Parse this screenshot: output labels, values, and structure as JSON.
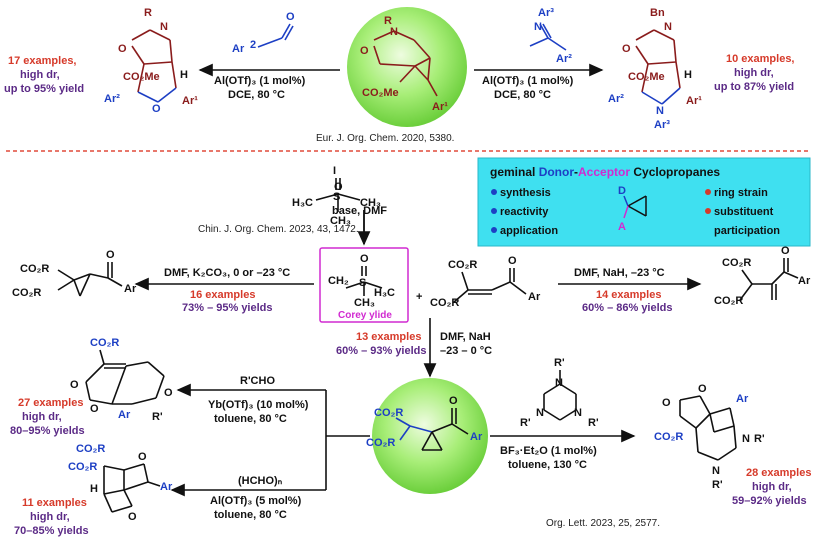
{
  "top": {
    "left_reagent_group": "Ar",
    "left_reagent_sup": "2",
    "left_conditions": [
      "Al(OTf)₃ (1 mol%)",
      "DCE, 80 °C"
    ],
    "left_product_atoms": [
      "R",
      "N",
      "O",
      "CO₂Me",
      "H",
      "Ar²",
      "O",
      "Ar¹"
    ],
    "left_stats": [
      "17 examples,",
      "high dr,",
      "up to 95% yield"
    ],
    "center_atoms": [
      "R",
      "N",
      "O",
      "CO₂Me",
      "Ar¹"
    ],
    "right_reagent_atoms": [
      "Ar³",
      "N",
      "Ar²"
    ],
    "right_conditions": [
      "Al(OTf)₃ (1 mol%)",
      "DCE, 80 °C"
    ],
    "right_product_atoms": [
      "Bn",
      "N",
      "O",
      "CO₂Me",
      "H",
      "Ar²",
      "N",
      "Ar¹",
      "Ar³"
    ],
    "right_stats": [
      "10 examples,",
      "high dr,",
      "up to 87% yield"
    ],
    "reference": "Eur. J. Org. Chem. 2020, 5380."
  },
  "info_box": {
    "title_prefix": "geminal ",
    "title_donor": "Donor",
    "title_dash": "-",
    "title_acceptor": "Acceptor",
    "title_suffix": " Cyclopropanes",
    "left_items": [
      "ring strain",
      "substituent",
      "participation"
    ],
    "right_items": [
      "synthesis",
      "reactivity",
      "application"
    ],
    "donor_label": "D",
    "acceptor_label": "A"
  },
  "corey": {
    "base_label": "base, DMF",
    "salt_atoms": [
      "I",
      "O",
      "S",
      "H₃C",
      "CH₃",
      "CH₃"
    ],
    "reference": "Chin. J. Org. Chem. 2023, 43, 1472.",
    "ylide_atoms": [
      "O",
      "S",
      "H₃C",
      "CH₂",
      "CH₃"
    ],
    "ylide_label": "Corey ylide"
  },
  "middle": {
    "plus": "+",
    "substrate_atoms": [
      "CO₂R",
      "CO₂R",
      "O",
      "Ar"
    ],
    "left_conditions": "DMF, K₂CO₃, 0 or –23 °C",
    "left_examples": "16 examples",
    "left_yields": "73% – 95% yields",
    "left_product_atoms": [
      "CO₂R",
      "CO₂R",
      "O",
      "Ar"
    ],
    "right_conditions": "DMF, NaH, –23 °C",
    "right_examples": "14 examples",
    "right_yields": "60% – 86% yields",
    "right_product_atoms": [
      "CO₂R",
      "CO₂R",
      "O",
      "Ar"
    ],
    "down_conditions": [
      "DMF, NaH",
      "–23 – 0 °C"
    ],
    "down_examples": "13 examples",
    "down_yields": "60% – 93% yields"
  },
  "bottom": {
    "center_atoms": [
      "CO₂R",
      "CO₂R",
      "O",
      "Ar"
    ],
    "upper_reagent": "R'CHO",
    "upper_conditions": [
      "Yb(OTf)₃ (10 mol%)",
      "toluene, 80 °C"
    ],
    "upper_product_atoms": [
      "CO₂R",
      "O",
      "O",
      "O",
      "Ar",
      "R'"
    ],
    "upper_stats": [
      "27 examples",
      "high dr,",
      "80–95% yields"
    ],
    "lower_reagent": "(HCHO)ₙ",
    "lower_conditions": [
      "Al(OTf)₃ (5 mol%)",
      "toluene, 80 °C"
    ],
    "lower_product_atoms": [
      "CO₂R",
      "CO₂R",
      "H",
      "O",
      "O",
      "Ar"
    ],
    "lower_stats": [
      "11 examples",
      "high dr,",
      "70–85% yields"
    ],
    "right_reagent_atoms": [
      "R'",
      "N",
      "N",
      "N",
      "R'",
      "R'"
    ],
    "right_conditions": [
      "BF₃·Et₂O (1 mol%)",
      "toluene, 130 °C"
    ],
    "right_product_atoms": [
      "O",
      "O",
      "Ar",
      "CO₂R",
      "N",
      "R'",
      "N",
      "R'"
    ],
    "right_stats": [
      "28 examples",
      "high dr,",
      "59–92% yields"
    ],
    "reference": "Org. Lett. 2023, 25, 2577."
  },
  "colors": {
    "red": "#d63a2a",
    "purple": "#5b2a86",
    "blue": "#1d3fc4",
    "maroon": "#8a1c1c",
    "magenta": "#d12ad1",
    "cyan_box": "#3fe0f0",
    "sphere": "#9ae86a"
  }
}
